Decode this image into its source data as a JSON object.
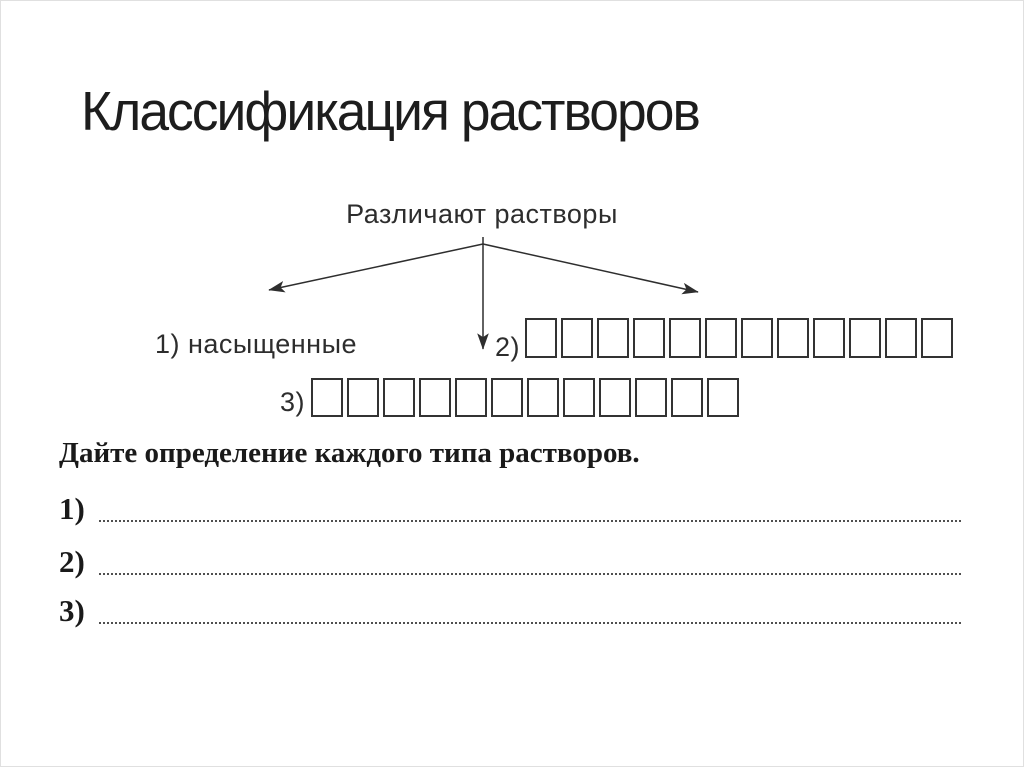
{
  "title": "Классификация растворов",
  "diagram": {
    "heading": "Различают растворы",
    "branches": [
      {
        "label": "1) насыщенные",
        "box_count": 0
      },
      {
        "label": "2)",
        "box_count": 12
      },
      {
        "label": "3)",
        "box_count": 12
      }
    ]
  },
  "task": {
    "prompt": "Дайте определение каждого типа растворов.",
    "answer_numbers": [
      "1)",
      "2)",
      "3)"
    ]
  },
  "colors": {
    "ink": "#2d2d2d",
    "box_border": "#333333",
    "dotted_line": "#4f4f4f",
    "page_border": "#e0e0e0",
    "background": "#ffffff"
  }
}
